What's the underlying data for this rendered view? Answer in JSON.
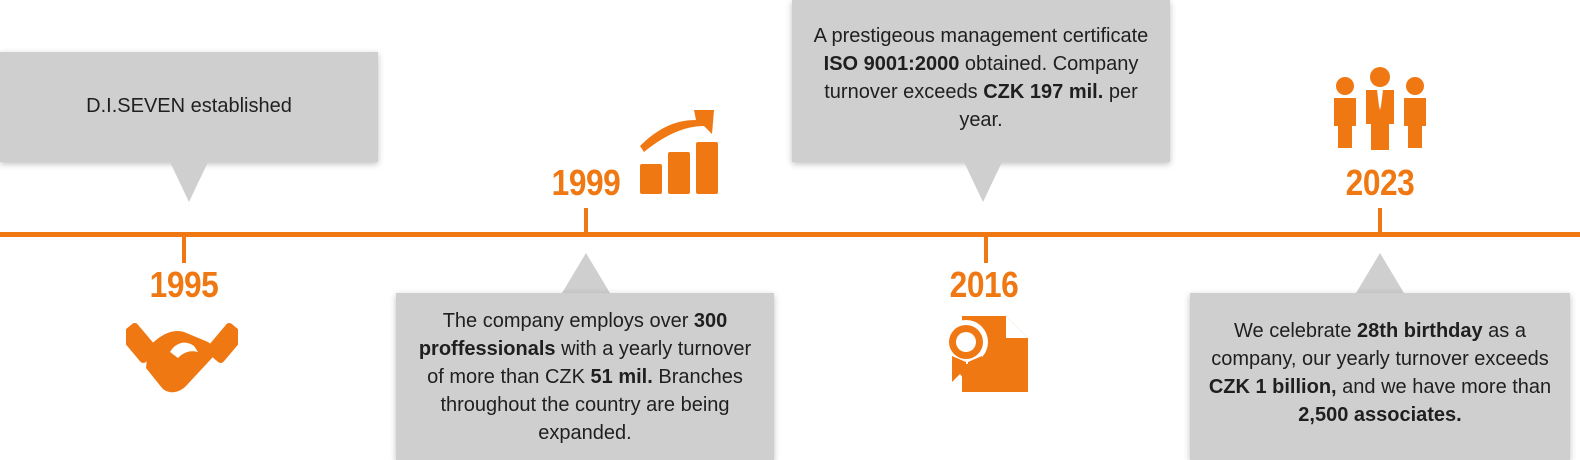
{
  "timeline": {
    "accent_color": "#f07813",
    "bubble_color": "#cfcfcf",
    "events": [
      {
        "year": "1995",
        "icon": "handshake-icon",
        "text_plain": "D.I.SEVEN established"
      },
      {
        "year": "1999",
        "icon": "growth-chart-icon",
        "text_parts": [
          "The company employs over ",
          "300 proffessionals",
          " with a yearly turnover of more than CZK ",
          "51 mil.",
          " Branches throughout the country are being expanded."
        ]
      },
      {
        "year": "2016",
        "icon": "certificate-icon",
        "text_parts": [
          "A prestigeous management certificate ",
          "ISO 9001:2000",
          " obtained. Company turnover exceeds ",
          "CZK 197 mil.",
          " per year."
        ]
      },
      {
        "year": "2023",
        "icon": "team-icon",
        "text_parts": [
          "We celebrate ",
          "28th birthday",
          " as a company, our yearly turnover exceeds ",
          "CZK 1 billion,",
          " and we have more than ",
          "2,500 associates."
        ]
      }
    ]
  }
}
